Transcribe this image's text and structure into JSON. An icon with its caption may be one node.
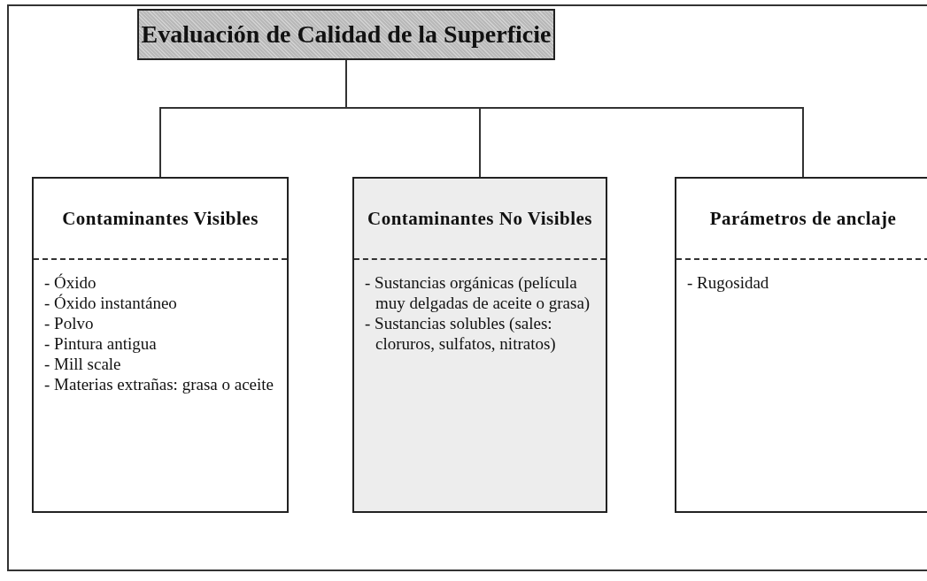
{
  "diagram": {
    "nodes": [
      {
        "text": [
          "Evaluación de Calidad de la Superficie"
        ]
      },
      {
        "text": [
          "Contaminantes Visibles",
          "- Óxido",
          "- Óxido instantáneo",
          "- Polvo",
          "- Pintura antigua",
          "- Mill scale",
          "- Materias extrañas: grasa o aceite"
        ]
      },
      {
        "text": [
          "Contaminantes No Visibles",
          "- Sustancias orgánicas (película muy delgadas de aceite o grasa)",
          "- Sustancias solubles (sales: cloruros, sulfatos, nitratos)"
        ]
      },
      {
        "text": [
          "Parámetros de anclaje",
          "- Rugosidad"
        ]
      }
    ],
    "edges": [
      {
        "from": 0,
        "to": 1,
        "arrow": "none"
      },
      {
        "from": 0,
        "to": 2,
        "arrow": "none"
      },
      {
        "from": 0,
        "to": 3,
        "arrow": "none"
      }
    ]
  }
}
